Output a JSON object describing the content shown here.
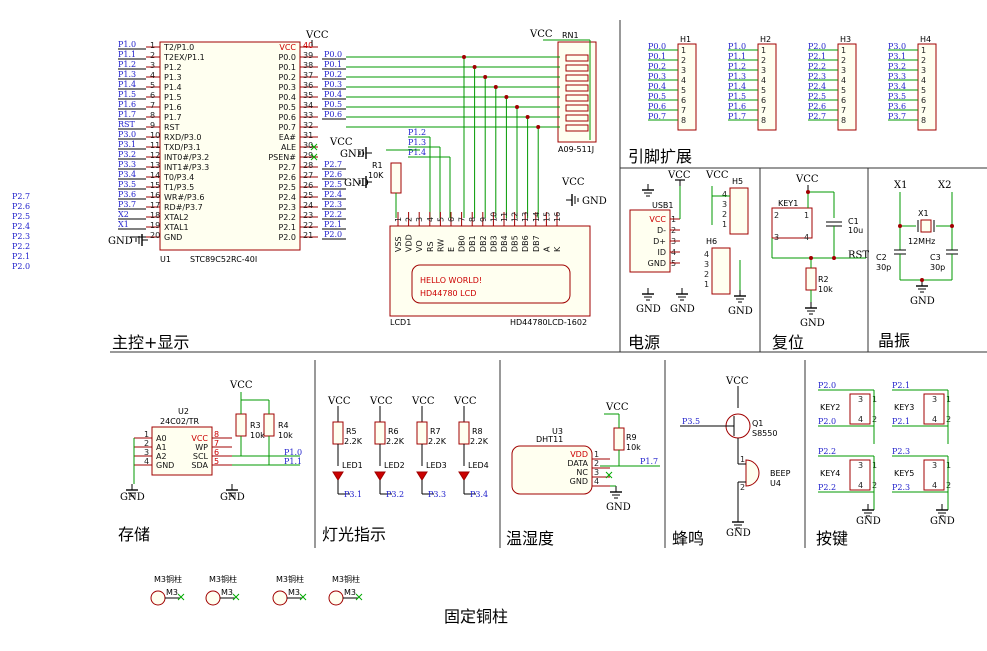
{
  "ports_left": [
    "P2.7",
    "P2.6",
    "P2.5",
    "P2.4",
    "P2.3",
    "P2.2",
    "P2.1",
    "P2.0"
  ],
  "sections": {
    "main": "主控+显示",
    "power": "电源",
    "reset": "复位",
    "crystal": "晶振",
    "pinout": "引脚扩展",
    "storage": "存储",
    "leds": "灯光指示",
    "temp": "温湿度",
    "buzzer": "蜂鸣",
    "keys": "按键",
    "standoff": "固定铜柱"
  },
  "mcu": {
    "ref": "U1",
    "value": "STC89C52RC-40I",
    "left_pins": [
      {
        "num": "1",
        "name": "T2/P1.0",
        "net": "P1.0"
      },
      {
        "num": "2",
        "name": "T2EX/P1.1",
        "net": "P1.1"
      },
      {
        "num": "3",
        "name": "P1.2",
        "net": "P1.2"
      },
      {
        "num": "4",
        "name": "P1.3",
        "net": "P1.3"
      },
      {
        "num": "5",
        "name": "P1.4",
        "net": "P1.4"
      },
      {
        "num": "6",
        "name": "P1.5",
        "net": "P1.5"
      },
      {
        "num": "7",
        "name": "P1.6",
        "net": "P1.6"
      },
      {
        "num": "8",
        "name": "P1.7",
        "net": "P1.7"
      },
      {
        "num": "9",
        "name": "RST",
        "net": "RST"
      },
      {
        "num": "10",
        "name": "RXD/P3.0",
        "net": "P3.0"
      },
      {
        "num": "11",
        "name": "TXD/P3.1",
        "net": "P3.1"
      },
      {
        "num": "12",
        "name": "INT0#/P3.2",
        "net": "P3.2"
      },
      {
        "num": "13",
        "name": "INT1#/P3.3",
        "net": "P3.3"
      },
      {
        "num": "14",
        "name": "T0/P3.4",
        "net": "P3.4"
      },
      {
        "num": "15",
        "name": "T1/P3.5",
        "net": "P3.5"
      },
      {
        "num": "16",
        "name": "WR#/P3.6",
        "net": "P3.6"
      },
      {
        "num": "17",
        "name": "RD#/P3.7",
        "net": "P3.7"
      },
      {
        "num": "18",
        "name": "XTAL2",
        "net": "X2"
      },
      {
        "num": "19",
        "name": "XTAL1",
        "net": "X1"
      },
      {
        "num": "20",
        "name": "GND",
        "net": ""
      }
    ],
    "right_pins": [
      {
        "num": "40",
        "name": "VCC",
        "net": ""
      },
      {
        "num": "39",
        "name": "P0.0",
        "net": "P0.0"
      },
      {
        "num": "38",
        "name": "P0.1",
        "net": "P0.1"
      },
      {
        "num": "37",
        "name": "P0.2",
        "net": "P0.2"
      },
      {
        "num": "36",
        "name": "P0.3",
        "net": "P0.3"
      },
      {
        "num": "35",
        "name": "P0.4",
        "net": "P0.4"
      },
      {
        "num": "34",
        "name": "P0.5",
        "net": "P0.5"
      },
      {
        "num": "33",
        "name": "P0.6",
        "net": "P0.6"
      },
      {
        "num": "32",
        "name": "P0.7",
        "net": ""
      },
      {
        "num": "31",
        "name": "EA#",
        "net": ""
      },
      {
        "num": "30",
        "name": "ALE",
        "net": ""
      },
      {
        "num": "29",
        "name": "PSEN#",
        "net": ""
      },
      {
        "num": "28",
        "name": "P2.7",
        "net": "P2.7"
      },
      {
        "num": "27",
        "name": "P2.6",
        "net": "P2.6"
      },
      {
        "num": "26",
        "name": "P2.5",
        "net": "P2.5"
      },
      {
        "num": "25",
        "name": "P2.4",
        "net": "P2.4"
      },
      {
        "num": "24",
        "name": "P2.3",
        "net": "P2.3"
      },
      {
        "num": "23",
        "name": "P2.2",
        "net": "P2.2"
      },
      {
        "num": "22",
        "name": "P2.1",
        "net": "P2.1"
      },
      {
        "num": "21",
        "name": "P2.0",
        "net": "P2.0"
      }
    ]
  },
  "rn1": {
    "ref": "RN1",
    "value": "A09-511J"
  },
  "r1": {
    "ref": "R1",
    "value": "10K",
    "nets": [
      "P1.2",
      "P1.3",
      "P1.4"
    ]
  },
  "lcd": {
    "ref": "LCD1",
    "value": "HD44780LCD-1602",
    "pins": [
      {
        "num": "1",
        "name": "VSS"
      },
      {
        "num": "2",
        "name": "VDD"
      },
      {
        "num": "3",
        "name": "VO"
      },
      {
        "num": "4",
        "name": "RS"
      },
      {
        "num": "5",
        "name": "RW"
      },
      {
        "num": "6",
        "name": "E"
      },
      {
        "num": "7",
        "name": "DB0"
      },
      {
        "num": "8",
        "name": "DB1"
      },
      {
        "num": "9",
        "name": "DB2"
      },
      {
        "num": "10",
        "name": "DB3"
      },
      {
        "num": "11",
        "name": "DB4"
      },
      {
        "num": "12",
        "name": "DB5"
      },
      {
        "num": "13",
        "name": "DB6"
      },
      {
        "num": "14",
        "name": "DB7"
      },
      {
        "num": "15",
        "name": "A"
      },
      {
        "num": "16",
        "name": "K"
      }
    ],
    "line1": "HELLO WORLD!",
    "line2": "HD44780 LCD"
  },
  "headers": [
    {
      "ref": "H1",
      "nets": [
        "P0.0",
        "P0.1",
        "P0.2",
        "P0.3",
        "P0.4",
        "P0.5",
        "P0.6",
        "P0.7"
      ]
    },
    {
      "ref": "H2",
      "nets": [
        "P1.0",
        "P1.1",
        "P1.2",
        "P1.3",
        "P1.4",
        "P1.5",
        "P1.6",
        "P1.7"
      ]
    },
    {
      "ref": "H3",
      "nets": [
        "P2.0",
        "P2.1",
        "P2.2",
        "P2.3",
        "P2.4",
        "P2.5",
        "P2.6",
        "P2.7"
      ]
    },
    {
      "ref": "H4",
      "nets": [
        "P3.0",
        "P3.1",
        "P3.2",
        "P3.3",
        "P3.4",
        "P3.5",
        "P3.6",
        "P3.7"
      ]
    }
  ],
  "header_pin_nums": [
    "1",
    "2",
    "3",
    "4",
    "5",
    "6",
    "7",
    "8"
  ],
  "power": {
    "usb_ref": "USB1",
    "usb_pins": [
      "VCC",
      "D-",
      "D+",
      "ID",
      "GND"
    ],
    "usb_nums": [
      "1",
      "2",
      "3",
      "4",
      "5"
    ],
    "h5": "H5",
    "h6": "H6",
    "h5_nums": [
      "4",
      "3",
      "2",
      "1"
    ],
    "h6_nums": [
      "4",
      "3",
      "2",
      "1"
    ]
  },
  "reset": {
    "key": "KEY1",
    "c1": "C1",
    "c1v": "10u",
    "r2": "R2",
    "r2v": "10k",
    "net": "RST",
    "n1": "2",
    "n2": "1",
    "n3": "3",
    "n4": "4"
  },
  "crystal": {
    "x1": "X1",
    "x1v": "12MHz",
    "c2": "C2",
    "c2v": "30p",
    "c3": "C3",
    "c3v": "30p",
    "n1": "X1",
    "n2": "X2"
  },
  "eeprom": {
    "ref": "U2",
    "value": "24C02/TR",
    "pins_l": [
      {
        "num": "1",
        "name": "A0"
      },
      {
        "num": "2",
        "name": "A1"
      },
      {
        "num": "3",
        "name": "A2"
      },
      {
        "num": "4",
        "name": "GND"
      }
    ],
    "pins_r": [
      {
        "num": "8",
        "name": "VCC"
      },
      {
        "num": "7",
        "name": "WP"
      },
      {
        "num": "6",
        "name": "SCL"
      },
      {
        "num": "5",
        "name": "SDA"
      }
    ],
    "r3": "R3",
    "r3v": "10k",
    "r4": "R4",
    "r4v": "10k",
    "net_scl": "P1.0",
    "net_sda": "P1.1"
  },
  "leds": [
    {
      "r": "R5",
      "rv": "2.2K",
      "led": "LED1",
      "net": "P3.1"
    },
    {
      "r": "R6",
      "rv": "2.2K",
      "led": "LED2",
      "net": "P3.2"
    },
    {
      "r": "R7",
      "rv": "2.2K",
      "led": "LED3",
      "net": "P3.3"
    },
    {
      "r": "R8",
      "rv": "2.2K",
      "led": "LED4",
      "net": "P3.4"
    }
  ],
  "dht": {
    "ref": "U3",
    "value": "DHT11",
    "pins": [
      {
        "num": "1",
        "name": "VDD"
      },
      {
        "num": "2",
        "name": "DATA"
      },
      {
        "num": "3",
        "name": "NC"
      },
      {
        "num": "4",
        "name": "GND"
      }
    ],
    "r9": "R9",
    "r9v": "10k",
    "net": "P1.7"
  },
  "beep": {
    "q": "Q1",
    "qv": "S8550",
    "net": "P3.5",
    "bz": "BEEP",
    "bzr": "U4",
    "n1": "1",
    "n2": "2"
  },
  "keys": [
    {
      "ref": "KEY2",
      "net_top": "P2.0",
      "net_bot": "P2.0"
    },
    {
      "ref": "KEY3",
      "net_top": "P2.1",
      "net_bot": "P2.1"
    },
    {
      "ref": "KEY4",
      "net_top": "P2.2",
      "net_bot": "P2.2"
    },
    {
      "ref": "KEY5",
      "net_top": "P2.3",
      "net_bot": "P2.3"
    }
  ],
  "key_nums": [
    "1",
    "2",
    "3",
    "4"
  ],
  "standoffs": [
    {
      "label": "M3铜柱",
      "pin": "M3"
    },
    {
      "label": "M3铜柱",
      "pin": "M3"
    },
    {
      "label": "M3铜柱",
      "pin": "M3"
    },
    {
      "label": "M3铜柱",
      "pin": "M3"
    }
  ],
  "common": {
    "vcc": "VCC",
    "gnd": "GND"
  }
}
